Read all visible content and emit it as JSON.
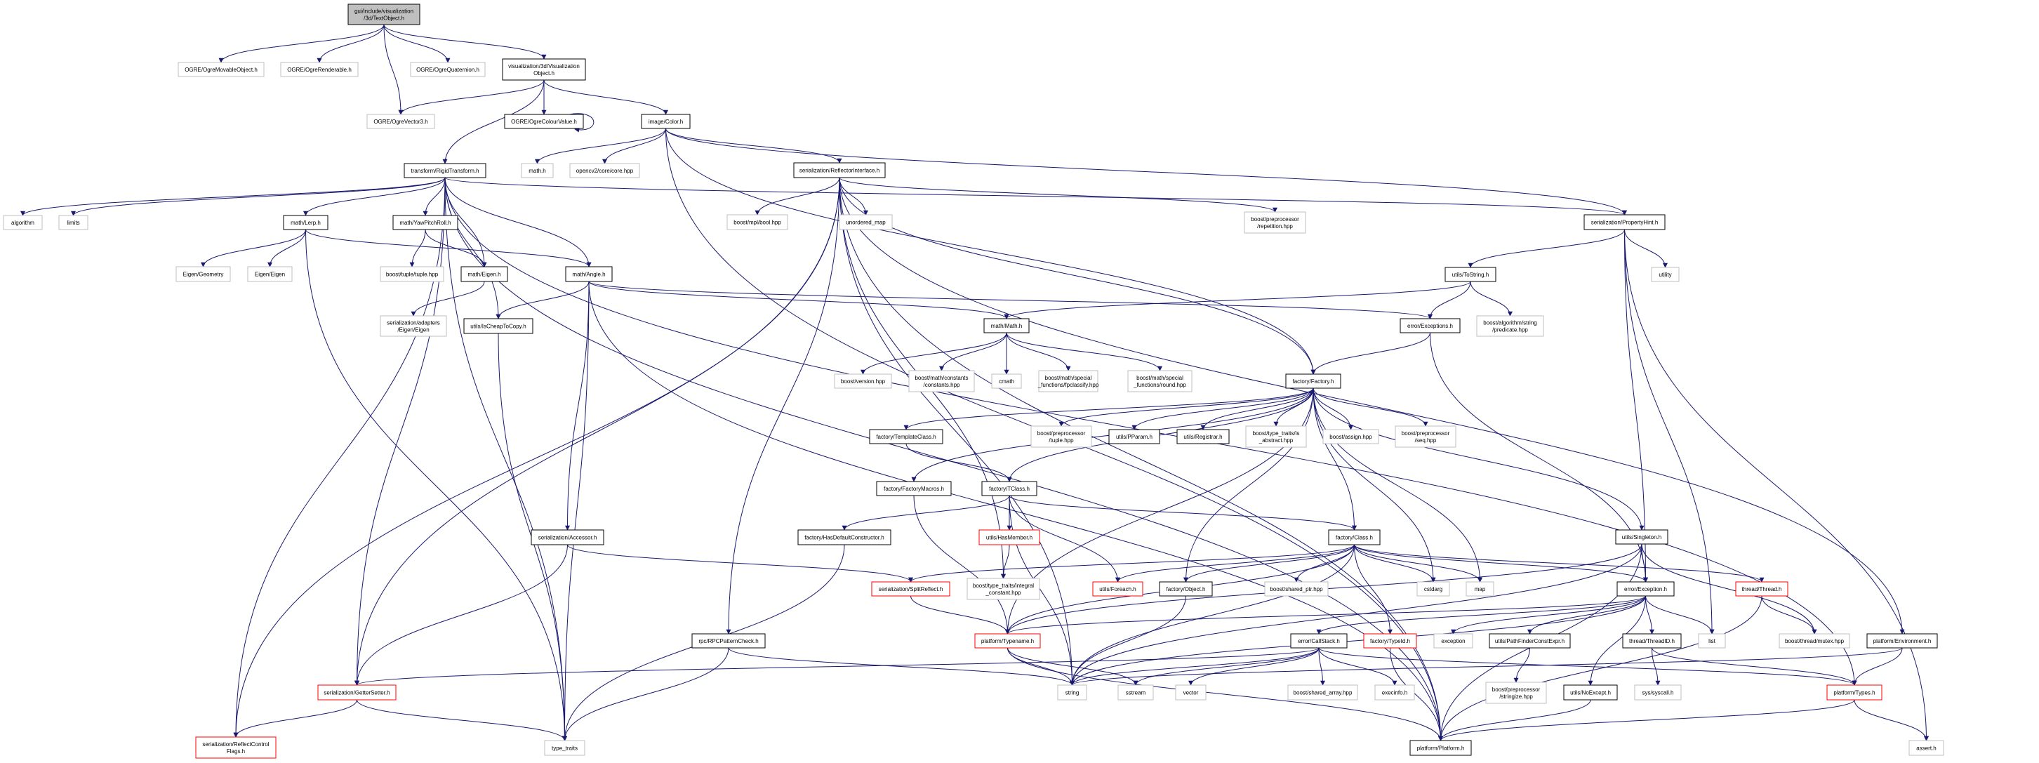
{
  "colors": {
    "edge": "#191970",
    "root_fill": "#bfbfbf",
    "external_border": "#bfbfbf",
    "truncated_border": "#ff0000"
  },
  "nodes": [
    {
      "id": "root",
      "style": "root",
      "lines": [
        "gui/include/visualization",
        "/3d/TextObject.h"
      ]
    },
    {
      "id": "movable",
      "style": "ext",
      "lines": [
        "OGRE/OgreMovableObject.h"
      ]
    },
    {
      "id": "renderable",
      "style": "ext",
      "lines": [
        "OGRE/OgreRenderable.h"
      ]
    },
    {
      "id": "quaternion",
      "style": "ext",
      "lines": [
        "OGRE/OgreQuaternion.h"
      ]
    },
    {
      "id": "visobj",
      "style": "int",
      "lines": [
        "visualization/3d/Visualization",
        "Object.h"
      ]
    },
    {
      "id": "vector3",
      "style": "ext",
      "lines": [
        "OGRE/OgreVector3.h"
      ]
    },
    {
      "id": "colour",
      "style": "int",
      "lines": [
        "OGRE/OgreColourValue.h"
      ]
    },
    {
      "id": "color",
      "style": "int",
      "lines": [
        "image/Color.h"
      ]
    },
    {
      "id": "rigid",
      "style": "int",
      "lines": [
        "transform/RigidTransform.h"
      ]
    },
    {
      "id": "mathh",
      "style": "ext",
      "lines": [
        "math.h"
      ]
    },
    {
      "id": "opencv",
      "style": "ext",
      "lines": [
        "opencv2/core/core.hpp"
      ]
    },
    {
      "id": "reflector",
      "style": "int",
      "lines": [
        "serialization/ReflectorInterface.h"
      ]
    },
    {
      "id": "propertyhint",
      "style": "int",
      "lines": [
        "serialization/PropertyHint.h"
      ]
    },
    {
      "id": "algorithm",
      "style": "ext",
      "lines": [
        "algorithm"
      ]
    },
    {
      "id": "limits",
      "style": "ext",
      "lines": [
        "limits"
      ]
    },
    {
      "id": "lerp",
      "style": "int",
      "lines": [
        "math/Lerp.h"
      ]
    },
    {
      "id": "ypr",
      "style": "int",
      "lines": [
        "math/YawPitchRoll.h"
      ]
    },
    {
      "id": "mplbool",
      "style": "ext",
      "lines": [
        "boost/mpl/bool.hpp"
      ]
    },
    {
      "id": "unordered",
      "style": "ext",
      "lines": [
        "unordered_map"
      ]
    },
    {
      "id": "repetition",
      "style": "ext",
      "lines": [
        "boost/preprocessor",
        "/repetition.hpp"
      ]
    },
    {
      "id": "geometry",
      "style": "ext",
      "lines": [
        "Eigen/Geometry"
      ]
    },
    {
      "id": "eigeneigen",
      "style": "ext",
      "lines": [
        "Eigen/Eigen"
      ]
    },
    {
      "id": "tuple",
      "style": "ext",
      "lines": [
        "boost/tuple/tuple.hpp"
      ]
    },
    {
      "id": "matheigen",
      "style": "int",
      "lines": [
        "math/Eigen.h"
      ]
    },
    {
      "id": "angle",
      "style": "int",
      "lines": [
        "math/Angle.h"
      ]
    },
    {
      "id": "tostring",
      "style": "int",
      "lines": [
        "utils/ToString.h"
      ]
    },
    {
      "id": "utility",
      "style": "ext",
      "lines": [
        "utility"
      ]
    },
    {
      "id": "adapters",
      "style": "ext",
      "lines": [
        "serialization/adapters",
        "/Eigen/Eigen"
      ]
    },
    {
      "id": "cheap",
      "style": "int",
      "lines": [
        "utils/IsCheapToCopy.h"
      ]
    },
    {
      "id": "mathmath",
      "style": "int",
      "lines": [
        "math/Math.h"
      ]
    },
    {
      "id": "exceptions",
      "style": "int",
      "lines": [
        "error/Exceptions.h"
      ]
    },
    {
      "id": "predicate",
      "style": "ext",
      "lines": [
        "boost/algorithm/string",
        "/predicate.hpp"
      ]
    },
    {
      "id": "version",
      "style": "ext",
      "lines": [
        "boost/version.hpp"
      ]
    },
    {
      "id": "constants",
      "style": "ext",
      "lines": [
        "boost/math/constants",
        "/constants.hpp"
      ]
    },
    {
      "id": "cmath",
      "style": "ext",
      "lines": [
        "cmath"
      ]
    },
    {
      "id": "fpclassify",
      "style": "ext",
      "lines": [
        "boost/math/special",
        "_functions/fpclassify.hpp"
      ]
    },
    {
      "id": "round",
      "style": "ext",
      "lines": [
        "boost/math/special",
        "_functions/round.hpp"
      ]
    },
    {
      "id": "factory",
      "style": "int",
      "lines": [
        "factory/Factory.h"
      ]
    },
    {
      "id": "templateclass",
      "style": "int",
      "lines": [
        "factory/TemplateClass.h"
      ]
    },
    {
      "id": "pptuple",
      "style": "ext",
      "lines": [
        "boost/preprocessor",
        "/tuple.hpp"
      ]
    },
    {
      "id": "pparam",
      "style": "int",
      "lines": [
        "utils/PParam.h"
      ]
    },
    {
      "id": "registrar",
      "style": "int",
      "lines": [
        "utils/Registrar.h"
      ]
    },
    {
      "id": "isabstract",
      "style": "ext",
      "lines": [
        "boost/type_traits/is",
        "_abstract.hpp"
      ]
    },
    {
      "id": "assign",
      "style": "ext",
      "lines": [
        "boost/assign.hpp"
      ]
    },
    {
      "id": "seq",
      "style": "ext",
      "lines": [
        "boost/preprocessor",
        "/seq.hpp"
      ]
    },
    {
      "id": "factorymacros",
      "style": "int",
      "lines": [
        "factory/FactoryMacros.h"
      ]
    },
    {
      "id": "tclass",
      "style": "int",
      "lines": [
        "factory/TClass.h"
      ]
    },
    {
      "id": "accessor",
      "style": "int",
      "lines": [
        "serialization/Accessor.h"
      ]
    },
    {
      "id": "hasdefault",
      "style": "int",
      "lines": [
        "factory/HasDefaultConstructor.h"
      ]
    },
    {
      "id": "hasmember",
      "style": "trunc",
      "lines": [
        "utils/HasMember.h"
      ]
    },
    {
      "id": "class",
      "style": "int",
      "lines": [
        "factory/Class.h"
      ]
    },
    {
      "id": "singleton",
      "style": "int",
      "lines": [
        "utils/Singleton.h"
      ]
    },
    {
      "id": "splitreflect",
      "style": "trunc",
      "lines": [
        "serialization/SplitReflect.h"
      ]
    },
    {
      "id": "integral",
      "style": "ext",
      "lines": [
        "boost/type_traits/integral",
        "_constant.hpp"
      ]
    },
    {
      "id": "foreach",
      "style": "trunc",
      "lines": [
        "utils/Foreach.h"
      ]
    },
    {
      "id": "object",
      "style": "int",
      "lines": [
        "factory/Object.h"
      ]
    },
    {
      "id": "sharedptr",
      "style": "ext",
      "lines": [
        "boost/shared_ptr.hpp"
      ]
    },
    {
      "id": "cstdarg",
      "style": "ext",
      "lines": [
        "cstdarg"
      ]
    },
    {
      "id": "map",
      "style": "ext",
      "lines": [
        "map"
      ]
    },
    {
      "id": "exception_h",
      "style": "int",
      "lines": [
        "error/Exception.h"
      ]
    },
    {
      "id": "thread",
      "style": "trunc",
      "lines": [
        "thread/Thread.h"
      ]
    },
    {
      "id": "rpc",
      "style": "int",
      "lines": [
        "rpc/RPCPatternCheck.h"
      ]
    },
    {
      "id": "typename",
      "style": "trunc",
      "lines": [
        "platform/Typename.h"
      ]
    },
    {
      "id": "callstack",
      "style": "int",
      "lines": [
        "error/CallStack.h"
      ]
    },
    {
      "id": "typeid",
      "style": "trunc",
      "lines": [
        "factory/TypeId.h"
      ]
    },
    {
      "id": "exception_std",
      "style": "ext",
      "lines": [
        "exception"
      ]
    },
    {
      "id": "pathfinder",
      "style": "int",
      "lines": [
        "utils/PathFinderConstExpr.h"
      ]
    },
    {
      "id": "threadid",
      "style": "int",
      "lines": [
        "thread/ThreadID.h"
      ]
    },
    {
      "id": "list",
      "style": "ext",
      "lines": [
        "list"
      ]
    },
    {
      "id": "mutex",
      "style": "ext",
      "lines": [
        "boost/thread/mutex.hpp"
      ]
    },
    {
      "id": "environment",
      "style": "int",
      "lines": [
        "platform/Environment.h"
      ]
    },
    {
      "id": "getter",
      "style": "trunc",
      "lines": [
        "serialization/GetterSetter.h"
      ]
    },
    {
      "id": "string",
      "style": "ext",
      "lines": [
        "string"
      ]
    },
    {
      "id": "sstream",
      "style": "ext",
      "lines": [
        "sstream"
      ]
    },
    {
      "id": "vector",
      "style": "ext",
      "lines": [
        "vector"
      ]
    },
    {
      "id": "sharedarray",
      "style": "ext",
      "lines": [
        "boost/shared_array.hpp"
      ]
    },
    {
      "id": "execinfo",
      "style": "ext",
      "lines": [
        "execinfo.h"
      ]
    },
    {
      "id": "stringize",
      "style": "ext",
      "lines": [
        "boost/preprocessor",
        "/stringize.hpp"
      ]
    },
    {
      "id": "noexcept",
      "style": "int",
      "lines": [
        "utils/NoExcept.h"
      ]
    },
    {
      "id": "syscall",
      "style": "ext",
      "lines": [
        "sys/syscall.h"
      ]
    },
    {
      "id": "types",
      "style": "trunc",
      "lines": [
        "platform/Types.h"
      ]
    },
    {
      "id": "reflectflags",
      "style": "trunc",
      "lines": [
        "serialization/ReflectControl",
        "Flags.h"
      ]
    },
    {
      "id": "typetraits",
      "style": "ext",
      "lines": [
        "type_traits"
      ]
    },
    {
      "id": "platform",
      "style": "int",
      "lines": [
        "platform/Platform.h"
      ]
    },
    {
      "id": "assert",
      "style": "ext",
      "lines": [
        "assert.h"
      ]
    }
  ],
  "edges": [
    [
      "root",
      "movable"
    ],
    [
      "root",
      "renderable"
    ],
    [
      "root",
      "vector3"
    ],
    [
      "root",
      "quaternion"
    ],
    [
      "root",
      "visobj"
    ],
    [
      "visobj",
      "vector3"
    ],
    [
      "visobj",
      "rigid"
    ],
    [
      "visobj",
      "colour"
    ],
    [
      "visobj",
      "color"
    ],
    [
      "colour",
      "colour"
    ],
    [
      "color",
      "mathh"
    ],
    [
      "color",
      "opencv"
    ],
    [
      "color",
      "reflector"
    ],
    [
      "color",
      "propertyhint"
    ],
    [
      "color",
      "factory"
    ],
    [
      "color",
      "platform"
    ],
    [
      "rigid",
      "algorithm"
    ],
    [
      "rigid",
      "limits"
    ],
    [
      "rigid",
      "lerp"
    ],
    [
      "rigid",
      "ypr"
    ],
    [
      "rigid",
      "matheigen"
    ],
    [
      "rigid",
      "angle"
    ],
    [
      "rigid",
      "cheap"
    ],
    [
      "rigid",
      "getter"
    ],
    [
      "rigid",
      "reflectflags"
    ],
    [
      "rigid",
      "typetraits"
    ],
    [
      "rigid",
      "propertyhint"
    ],
    [
      "rigid",
      "platform"
    ],
    [
      "rigid",
      "types"
    ],
    [
      "lerp",
      "geometry"
    ],
    [
      "lerp",
      "eigeneigen"
    ],
    [
      "lerp",
      "angle"
    ],
    [
      "lerp",
      "typetraits"
    ],
    [
      "ypr",
      "tuple"
    ],
    [
      "ypr",
      "matheigen"
    ],
    [
      "matheigen",
      "adapters"
    ],
    [
      "angle",
      "cheap"
    ],
    [
      "angle",
      "mathmath"
    ],
    [
      "angle",
      "exceptions"
    ],
    [
      "angle",
      "accessor"
    ],
    [
      "angle",
      "typetraits"
    ],
    [
      "angle",
      "platform"
    ],
    [
      "cheap",
      "typetraits"
    ],
    [
      "accessor",
      "getter"
    ],
    [
      "accessor",
      "splitreflect"
    ],
    [
      "getter",
      "reflectflags"
    ],
    [
      "getter",
      "typetraits"
    ],
    [
      "reflector",
      "mplbool"
    ],
    [
      "reflector",
      "unordered"
    ],
    [
      "reflector",
      "repetition"
    ],
    [
      "reflector",
      "reflectflags"
    ],
    [
      "reflector",
      "getter"
    ],
    [
      "reflector",
      "rpc"
    ],
    [
      "reflector",
      "string"
    ],
    [
      "reflector",
      "platform"
    ],
    [
      "reflector",
      "factory"
    ],
    [
      "reflector",
      "integral"
    ],
    [
      "reflector",
      "environment"
    ],
    [
      "mathmath",
      "version"
    ],
    [
      "mathmath",
      "constants"
    ],
    [
      "mathmath",
      "cmath"
    ],
    [
      "mathmath",
      "fpclassify"
    ],
    [
      "mathmath",
      "round"
    ],
    [
      "propertyhint",
      "tostring"
    ],
    [
      "propertyhint",
      "utility"
    ],
    [
      "propertyhint",
      "list"
    ],
    [
      "propertyhint",
      "assert"
    ],
    [
      "propertyhint",
      "exception_h"
    ],
    [
      "tostring",
      "mathmath"
    ],
    [
      "tostring",
      "exceptions"
    ],
    [
      "tostring",
      "predicate"
    ],
    [
      "exceptions",
      "factory"
    ],
    [
      "exceptions",
      "exception_h"
    ],
    [
      "factory",
      "templateclass"
    ],
    [
      "factory",
      "tclass"
    ],
    [
      "factory",
      "factorymacros"
    ],
    [
      "factory",
      "pptuple"
    ],
    [
      "factory",
      "pparam"
    ],
    [
      "factory",
      "registrar"
    ],
    [
      "factory",
      "isabstract"
    ],
    [
      "factory",
      "assign"
    ],
    [
      "factory",
      "seq"
    ],
    [
      "factory",
      "class"
    ],
    [
      "factory",
      "singleton"
    ],
    [
      "factory",
      "object"
    ],
    [
      "factory",
      "cstdarg"
    ],
    [
      "factory",
      "map"
    ],
    [
      "factory",
      "typename"
    ],
    [
      "templateclass",
      "tclass"
    ],
    [
      "tclass",
      "hasdefault"
    ],
    [
      "tclass",
      "hasmember"
    ],
    [
      "tclass",
      "class"
    ],
    [
      "tclass",
      "foreach"
    ],
    [
      "tclass",
      "string"
    ],
    [
      "factorymacros",
      "typename"
    ],
    [
      "hasdefault",
      "typetraits"
    ],
    [
      "hasmember",
      "integral"
    ],
    [
      "class",
      "splitreflect"
    ],
    [
      "class",
      "foreach"
    ],
    [
      "class",
      "object"
    ],
    [
      "class",
      "sharedptr"
    ],
    [
      "class",
      "cstdarg"
    ],
    [
      "class",
      "map"
    ],
    [
      "class",
      "typeid"
    ],
    [
      "class",
      "exception_h"
    ],
    [
      "class",
      "thread"
    ],
    [
      "class",
      "typename"
    ],
    [
      "class",
      "string"
    ],
    [
      "splitreflect",
      "typename"
    ],
    [
      "object",
      "string"
    ],
    [
      "singleton",
      "exception_h"
    ],
    [
      "singleton",
      "mutex"
    ],
    [
      "singleton",
      "platform"
    ],
    [
      "singleton",
      "typename"
    ],
    [
      "singleton",
      "string"
    ],
    [
      "exception_h",
      "callstack"
    ],
    [
      "exception_h",
      "exception_std"
    ],
    [
      "exception_h",
      "pathfinder"
    ],
    [
      "exception_h",
      "threadid"
    ],
    [
      "exception_h",
      "list"
    ],
    [
      "exception_h",
      "noexcept"
    ],
    [
      "exception_h",
      "typename"
    ],
    [
      "exception_h",
      "string"
    ],
    [
      "thread",
      "mutex"
    ],
    [
      "thread",
      "platform"
    ],
    [
      "callstack",
      "string"
    ],
    [
      "callstack",
      "sstream"
    ],
    [
      "callstack",
      "vector"
    ],
    [
      "callstack",
      "sharedarray"
    ],
    [
      "callstack",
      "execinfo"
    ],
    [
      "callstack",
      "getter"
    ],
    [
      "callstack",
      "types"
    ],
    [
      "typeid",
      "platform"
    ],
    [
      "typename",
      "string"
    ],
    [
      "typename",
      "sstream"
    ],
    [
      "typename",
      "platform"
    ],
    [
      "pathfinder",
      "stringize"
    ],
    [
      "threadid",
      "syscall"
    ],
    [
      "threadid",
      "types"
    ],
    [
      "noexcept",
      "platform"
    ],
    [
      "environment",
      "types"
    ],
    [
      "environment",
      "string"
    ],
    [
      "types",
      "platform"
    ],
    [
      "types",
      "assert"
    ],
    [
      "rpc",
      "string"
    ],
    [
      "rpc",
      "typetraits"
    ]
  ]
}
